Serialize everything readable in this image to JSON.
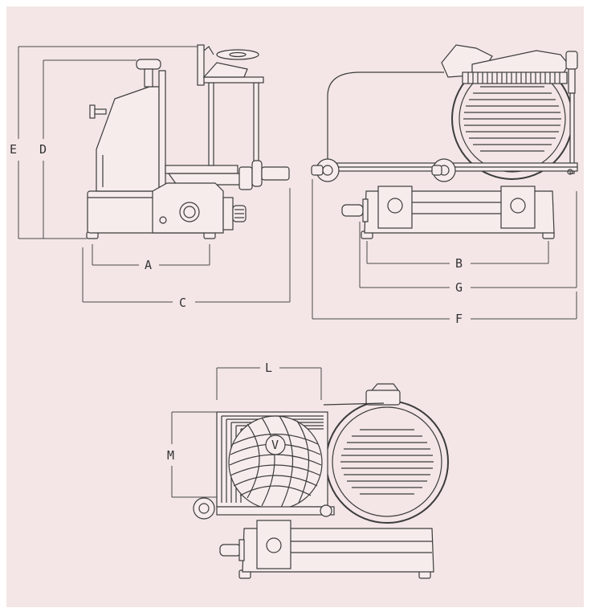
{
  "labels": {
    "A": "A",
    "B": "B",
    "C": "C",
    "D": "D",
    "E": "E",
    "F": "F",
    "G": "G",
    "L": "L",
    "M": "M",
    "V": "V"
  }
}
